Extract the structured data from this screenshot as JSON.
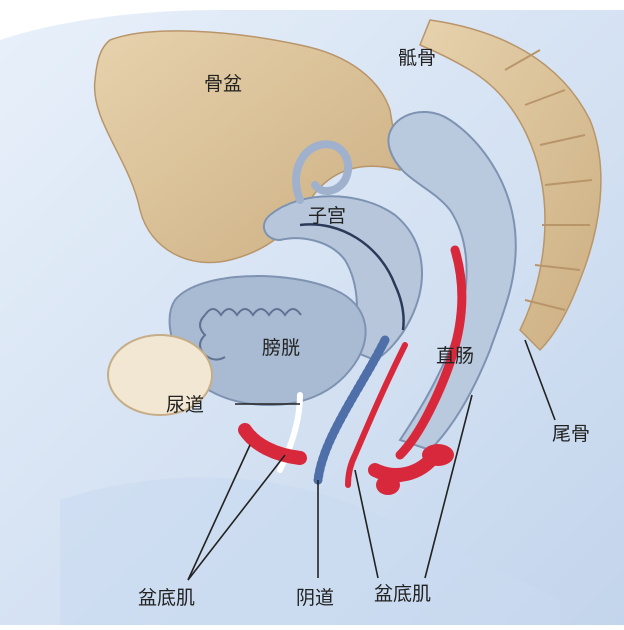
{
  "labels": {
    "pelvis": "骨盆",
    "sacrum": "骶骨",
    "uterus": "子宫",
    "bladder": "膀胱",
    "rectum": "直肠",
    "urethra": "尿道",
    "coccyx": "尾骨",
    "pelvic_floor_left": "盆底肌",
    "vagina": "阴道",
    "pelvic_floor_right": "盆底肌"
  },
  "colors": {
    "body": "#d6e4f3",
    "bone": "#dcc39b",
    "organ": "#b7c6db",
    "muscle": "#d8293c",
    "outline": "#7e93b1"
  }
}
